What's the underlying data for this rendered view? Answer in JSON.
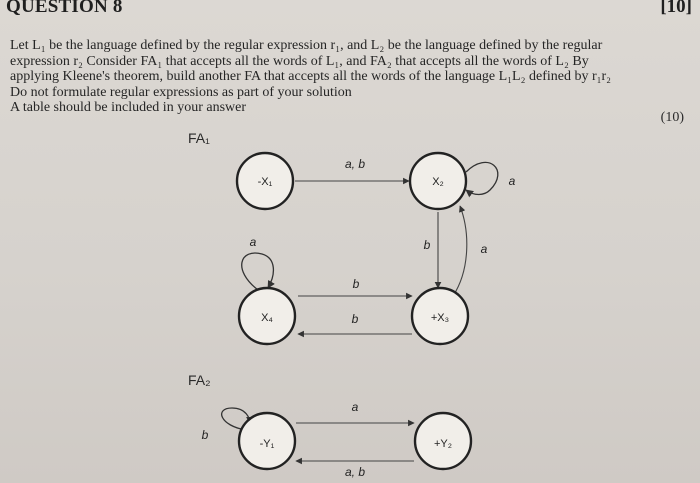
{
  "question": {
    "title": "QUESTION 8",
    "marks": "[10]",
    "lines": [
      "Let L₁ be the language defined by the regular expression r₁, and L₂ be the language defined by the regular",
      "expression r₂ Consider FA₁ that accepts all the words of L₁, and FA₂ that accepts all the words of L₂ By",
      "applying Kleene's theorem, build another FA that accepts all the words of the language L₁L₂ defined by r₁r₂",
      "Do not formulate regular expressions as part of your solution",
      "A table should be included in your answer"
    ],
    "part_marks": "(10)"
  },
  "fa1": {
    "label": "FA₁",
    "states": {
      "x1": "-X₁",
      "x2": "X₂",
      "x3": "+X₃",
      "x4": "X₄"
    },
    "edges": {
      "x1_x2": "a, b",
      "x2_loop": "a",
      "x2_x3": "b",
      "x3_x2": "a",
      "x4_loop": "a",
      "x4_x3": "b",
      "x3_x4": "b"
    }
  },
  "fa2": {
    "label": "FA₂",
    "states": {
      "y1": "-Y₁",
      "y2": "+Y₂"
    },
    "edges": {
      "y1_loop": "b",
      "y1_y2": "a",
      "y2_y1": "a, b"
    }
  }
}
